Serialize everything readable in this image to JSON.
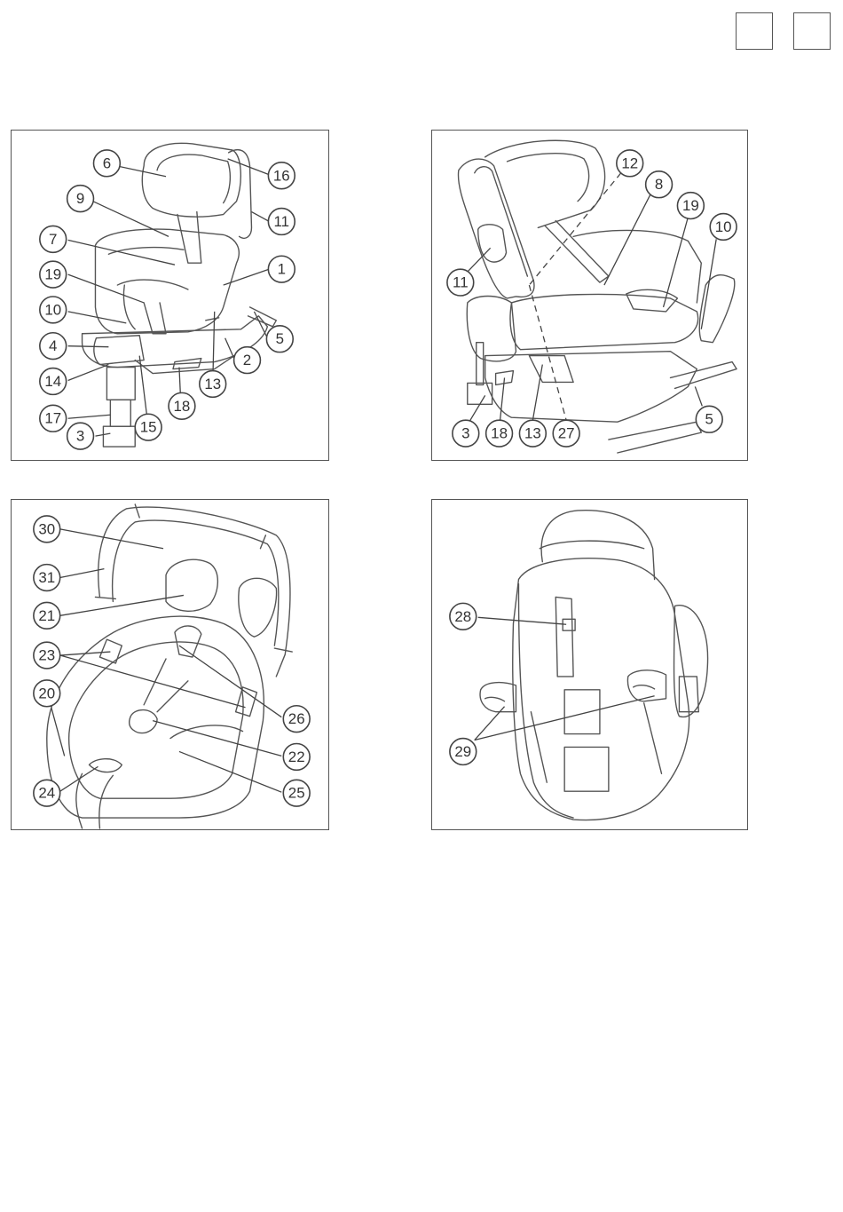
{
  "header_boxes": [
    "",
    ""
  ],
  "panels": [
    {
      "name": "panel-forward-seat",
      "callouts": [
        "6",
        "16",
        "9",
        "11",
        "7",
        "1",
        "19",
        "10",
        "5",
        "4",
        "2",
        "14",
        "13",
        "18",
        "17",
        "15",
        "3"
      ]
    },
    {
      "name": "panel-side-seat",
      "callouts": [
        "12",
        "8",
        "19",
        "10",
        "11",
        "3",
        "18",
        "13",
        "27",
        "5"
      ]
    },
    {
      "name": "panel-infant-carrier",
      "callouts": [
        "30",
        "31",
        "21",
        "23",
        "20",
        "26",
        "22",
        "24",
        "25"
      ]
    },
    {
      "name": "panel-carrier-back",
      "callouts": [
        "28",
        "29"
      ]
    }
  ]
}
